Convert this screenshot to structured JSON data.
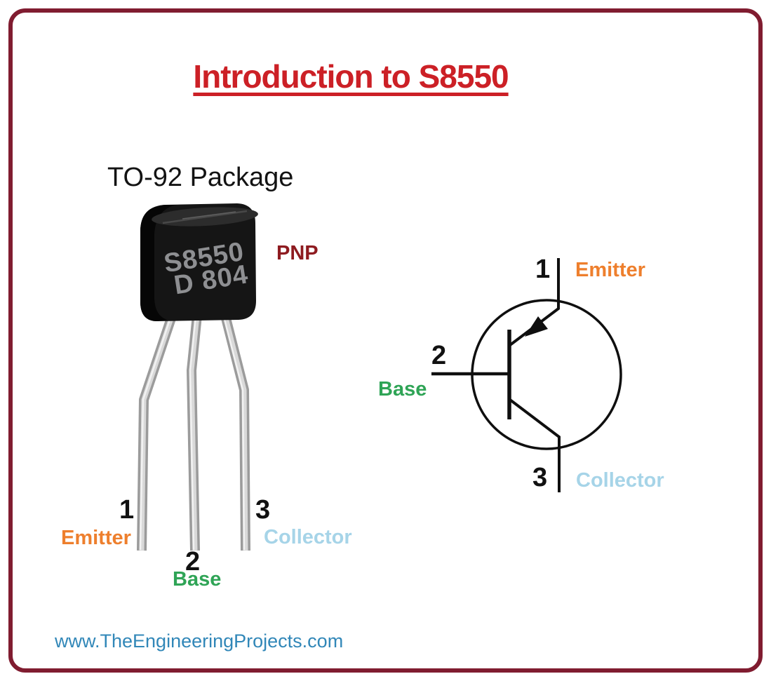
{
  "frame": {
    "border_color": "#801C30"
  },
  "title": {
    "text": "Introduction to S8550",
    "color": "#CC2026"
  },
  "photo_section": {
    "heading": "TO-92 Package",
    "type_label": "PNP",
    "marking": {
      "line1": "S8550",
      "line2": "D 804"
    },
    "pins": [
      {
        "number": "1",
        "name": "Emitter"
      },
      {
        "number": "2",
        "name": "Base"
      },
      {
        "number": "3",
        "name": "Collector"
      }
    ]
  },
  "symbol_section": {
    "type": "PNP transistor symbol",
    "pins": [
      {
        "number": "1",
        "name": "Emitter"
      },
      {
        "number": "2",
        "name": "Base"
      },
      {
        "number": "3",
        "name": "Collector"
      }
    ]
  },
  "footer": {
    "website": "www.TheEngineeringProjects.com",
    "color": "#3187B8"
  },
  "colors": {
    "emitter": "#EE7F2D",
    "base": "#2FA456",
    "collector": "#A6D4E8",
    "pnp": "#8E1B20",
    "number": "#111111"
  }
}
